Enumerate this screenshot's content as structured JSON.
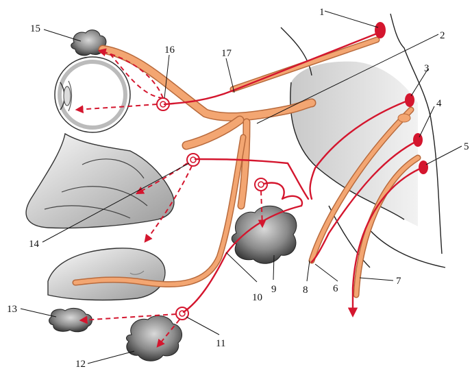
{
  "labels": [
    {
      "id": "1",
      "text": "1"
    },
    {
      "id": "2",
      "text": "2"
    },
    {
      "id": "3",
      "text": "3"
    },
    {
      "id": "4",
      "text": "4"
    },
    {
      "id": "5",
      "text": "5"
    },
    {
      "id": "6",
      "text": "6"
    },
    {
      "id": "7",
      "text": "7"
    },
    {
      "id": "8",
      "text": "8"
    },
    {
      "id": "9",
      "text": "9"
    },
    {
      "id": "10",
      "text": "10"
    },
    {
      "id": "11",
      "text": "11"
    },
    {
      "id": "12",
      "text": "12"
    },
    {
      "id": "13",
      "text": "13"
    },
    {
      "id": "14",
      "text": "14"
    },
    {
      "id": "15",
      "text": "15"
    },
    {
      "id": "16",
      "text": "16"
    },
    {
      "id": "17",
      "text": "17"
    }
  ],
  "colors": {
    "nerve_orange": "#f3a672",
    "nerve_red": "#d4162e",
    "gland_gray": "#6b6b6b",
    "brainstem_shade": "#e6e6e6"
  }
}
